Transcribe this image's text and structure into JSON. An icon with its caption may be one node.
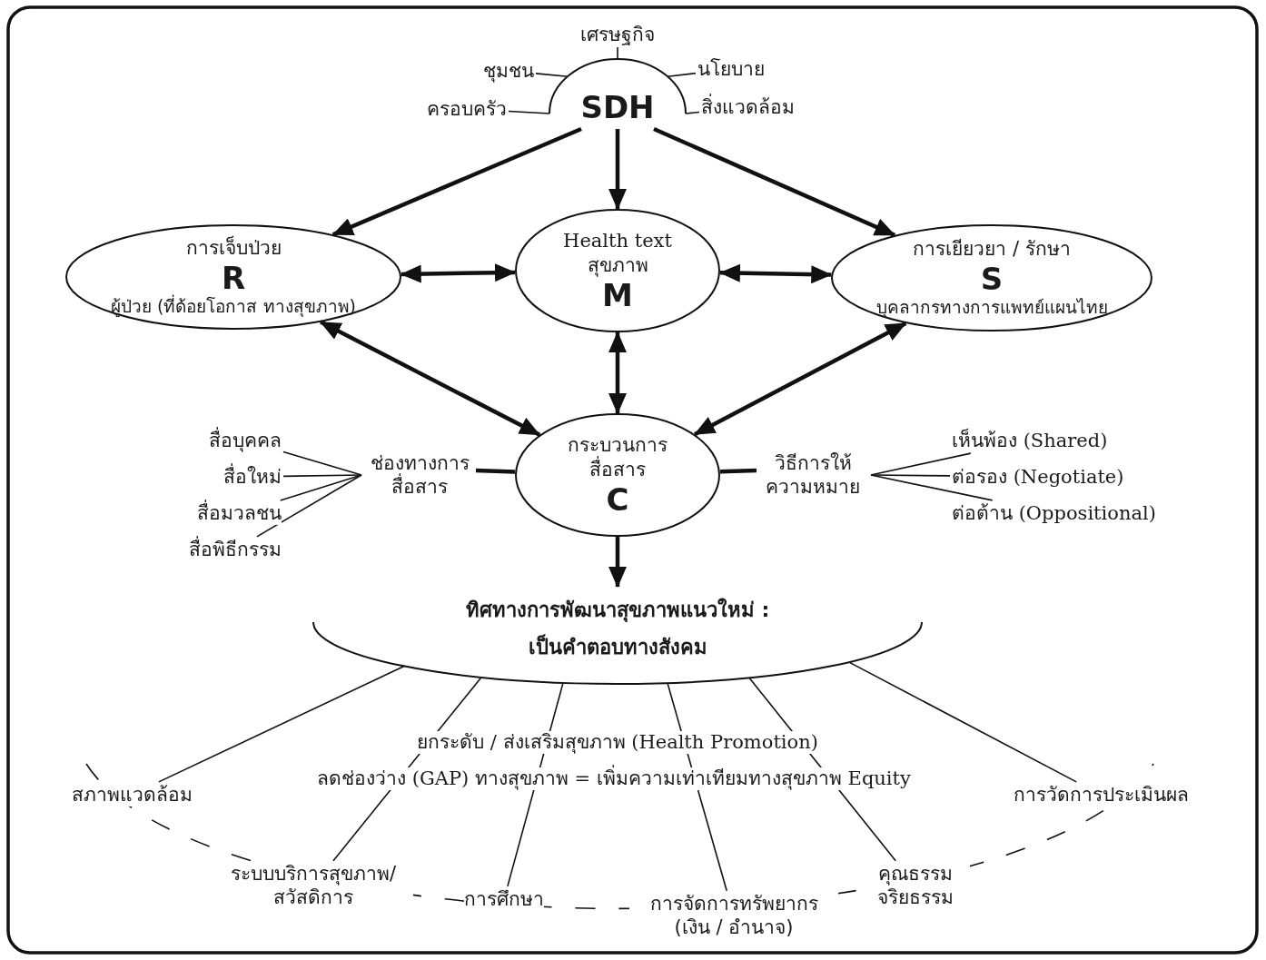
{
  "diagram": {
    "nodes": [
      {
        "text": [
          "SDH"
        ]
      },
      {
        "text": [
          "ครอบครัว"
        ]
      },
      {
        "text": [
          "ชุมชน"
        ]
      },
      {
        "text": [
          "เศรษฐกิจ"
        ]
      },
      {
        "text": [
          "นโยบาย"
        ]
      },
      {
        "text": [
          "สิ่งแวดล้อม"
        ]
      },
      {
        "text": [
          "การเจ็บป่วย",
          "R",
          "ผู้ป่วย (ที่ด้อยโอกาส ทางสุขภาพ)"
        ]
      },
      {
        "text": [
          "Health text สุขภาพ",
          "M"
        ]
      },
      {
        "text": [
          "การเยียวยา / รักษา",
          "S",
          "บุคลากรทางการแพทย์แผนไทย"
        ]
      },
      {
        "text": [
          "กระบวนการสื่อสาร",
          "C"
        ]
      },
      {
        "text": [
          "ช่องทางการสื่อสาร"
        ]
      },
      {
        "text": [
          "วิธีการให้ความหมาย"
        ]
      },
      {
        "text": [
          "สื่อบุคคล"
        ]
      },
      {
        "text": [
          "สื่อใหม่"
        ]
      },
      {
        "text": [
          "สื่อมวลชน"
        ]
      },
      {
        "text": [
          "สื่อพิธีกรรม"
        ]
      },
      {
        "text": [
          "เห็นพ้อง (Shared)"
        ]
      },
      {
        "text": [
          "ต่อรอง (Negotiate)"
        ]
      },
      {
        "text": [
          "ต่อต้าน (Oppositional)"
        ]
      },
      {
        "text": [
          "ทิศทางการพัฒนาสุขภาพแนวใหม่ : เป็นคำตอบทางสังคม"
        ]
      },
      {
        "text": [
          "สภาพแวดล้อม"
        ]
      },
      {
        "text": [
          "ระบบบริการสุขภาพ/สวัสดิการ"
        ]
      },
      {
        "text": [
          "การศึกษา"
        ]
      },
      {
        "text": [
          "การจัดการทรัพยากร (เงิน / อำนาจ)"
        ]
      },
      {
        "text": [
          "คุณธรรม จริยธรรม"
        ]
      },
      {
        "text": [
          "การวัดการประเมินผล"
        ]
      }
    ],
    "edges": [
      {
        "from": 0,
        "to": 6,
        "arrow": "to",
        "style": "thick"
      },
      {
        "from": 0,
        "to": 7,
        "arrow": "to",
        "style": "thick"
      },
      {
        "from": 0,
        "to": 8,
        "arrow": "to",
        "style": "thick"
      },
      {
        "from": 6,
        "to": 7,
        "arrow": "both",
        "style": "thick"
      },
      {
        "from": 7,
        "to": 8,
        "arrow": "both",
        "style": "thick"
      },
      {
        "from": 6,
        "to": 9,
        "arrow": "both",
        "style": "thick"
      },
      {
        "from": 7,
        "to": 9,
        "arrow": "both",
        "style": "thick"
      },
      {
        "from": 8,
        "to": 9,
        "arrow": "both",
        "style": "thick"
      },
      {
        "from": 9,
        "to": 19,
        "arrow": "to",
        "style": "thick"
      },
      {
        "from": 1,
        "to": 0,
        "arrow": "none"
      },
      {
        "from": 2,
        "to": 0,
        "arrow": "none"
      },
      {
        "from": 3,
        "to": 0,
        "arrow": "none"
      },
      {
        "from": 4,
        "to": 0,
        "arrow": "none"
      },
      {
        "from": 5,
        "to": 0,
        "arrow": "none"
      },
      {
        "from": 10,
        "to": 9,
        "arrow": "none",
        "style": "thick"
      },
      {
        "from": 11,
        "to": 9,
        "arrow": "none",
        "style": "thick"
      },
      {
        "from": 12,
        "to": 10,
        "arrow": "none"
      },
      {
        "from": 13,
        "to": 10,
        "arrow": "none"
      },
      {
        "from": 14,
        "to": 10,
        "arrow": "none"
      },
      {
        "from": 15,
        "to": 10,
        "arrow": "none"
      },
      {
        "from": 16,
        "to": 11,
        "arrow": "none"
      },
      {
        "from": 17,
        "to": 11,
        "arrow": "none"
      },
      {
        "from": 18,
        "to": 11,
        "arrow": "none"
      },
      {
        "from": 19,
        "to": 20,
        "arrow": "none"
      },
      {
        "from": 19,
        "to": 21,
        "arrow": "none"
      },
      {
        "from": 19,
        "to": 22,
        "arrow": "none"
      },
      {
        "from": 19,
        "to": 23,
        "arrow": "none"
      },
      {
        "from": 19,
        "to": 24,
        "arrow": "none"
      },
      {
        "from": 19,
        "to": 25,
        "arrow": "none"
      }
    ],
    "labels": [
      "ยกระดับ / ส่งเสริมสุขภาพ (Health Promotion)",
      "ลดช่องว่าง (GAP) ทางสุขภาพ = เพิ่มความเท่าเทียมทางสุขภาพ Equity"
    ]
  }
}
